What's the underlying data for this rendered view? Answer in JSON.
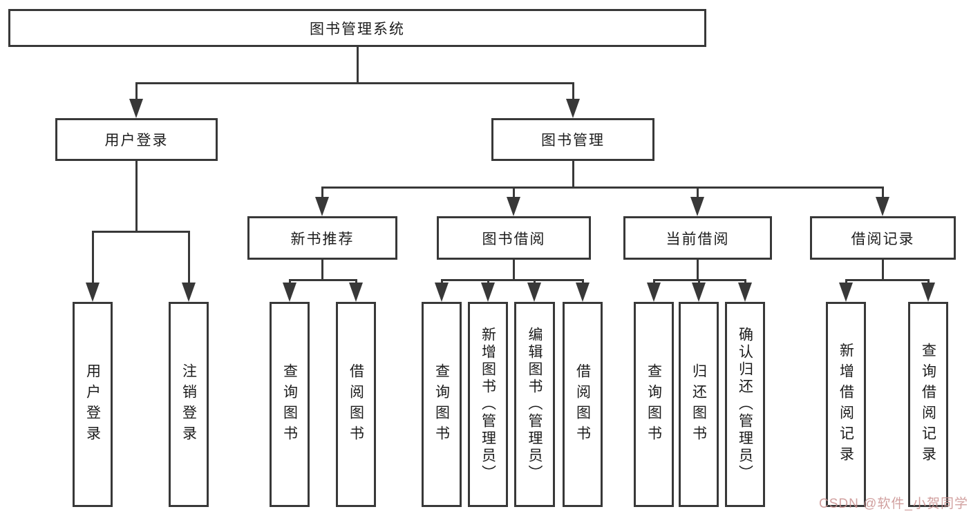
{
  "nodes": {
    "root": "图书管理系统",
    "user_login": "用户登录",
    "book_mgmt": "图书管理",
    "new_book": "新书推荐",
    "book_borrow": "图书借阅",
    "current_borrow": "当前借阅",
    "borrow_record": "借阅记录"
  },
  "leaves": {
    "user_login": [
      "用户登录",
      "注销登录"
    ],
    "new_book": [
      "查询图书",
      "借阅图书"
    ],
    "book_borrow": [
      "查询图书",
      "新增图书（管理员）",
      "编辑图书（管理员）",
      "借阅图书"
    ],
    "current_borrow": [
      "查询图书",
      "归还图书",
      "确认归还（管理员）"
    ],
    "borrow_record": [
      "新增借阅记录",
      "查询借阅记录"
    ]
  },
  "watermark": "CSDN @软件_小贺同学",
  "colors": {
    "line": "#383838",
    "text": "#1c1c1c",
    "background": "#ffffff",
    "watermark": "#c9908f"
  }
}
